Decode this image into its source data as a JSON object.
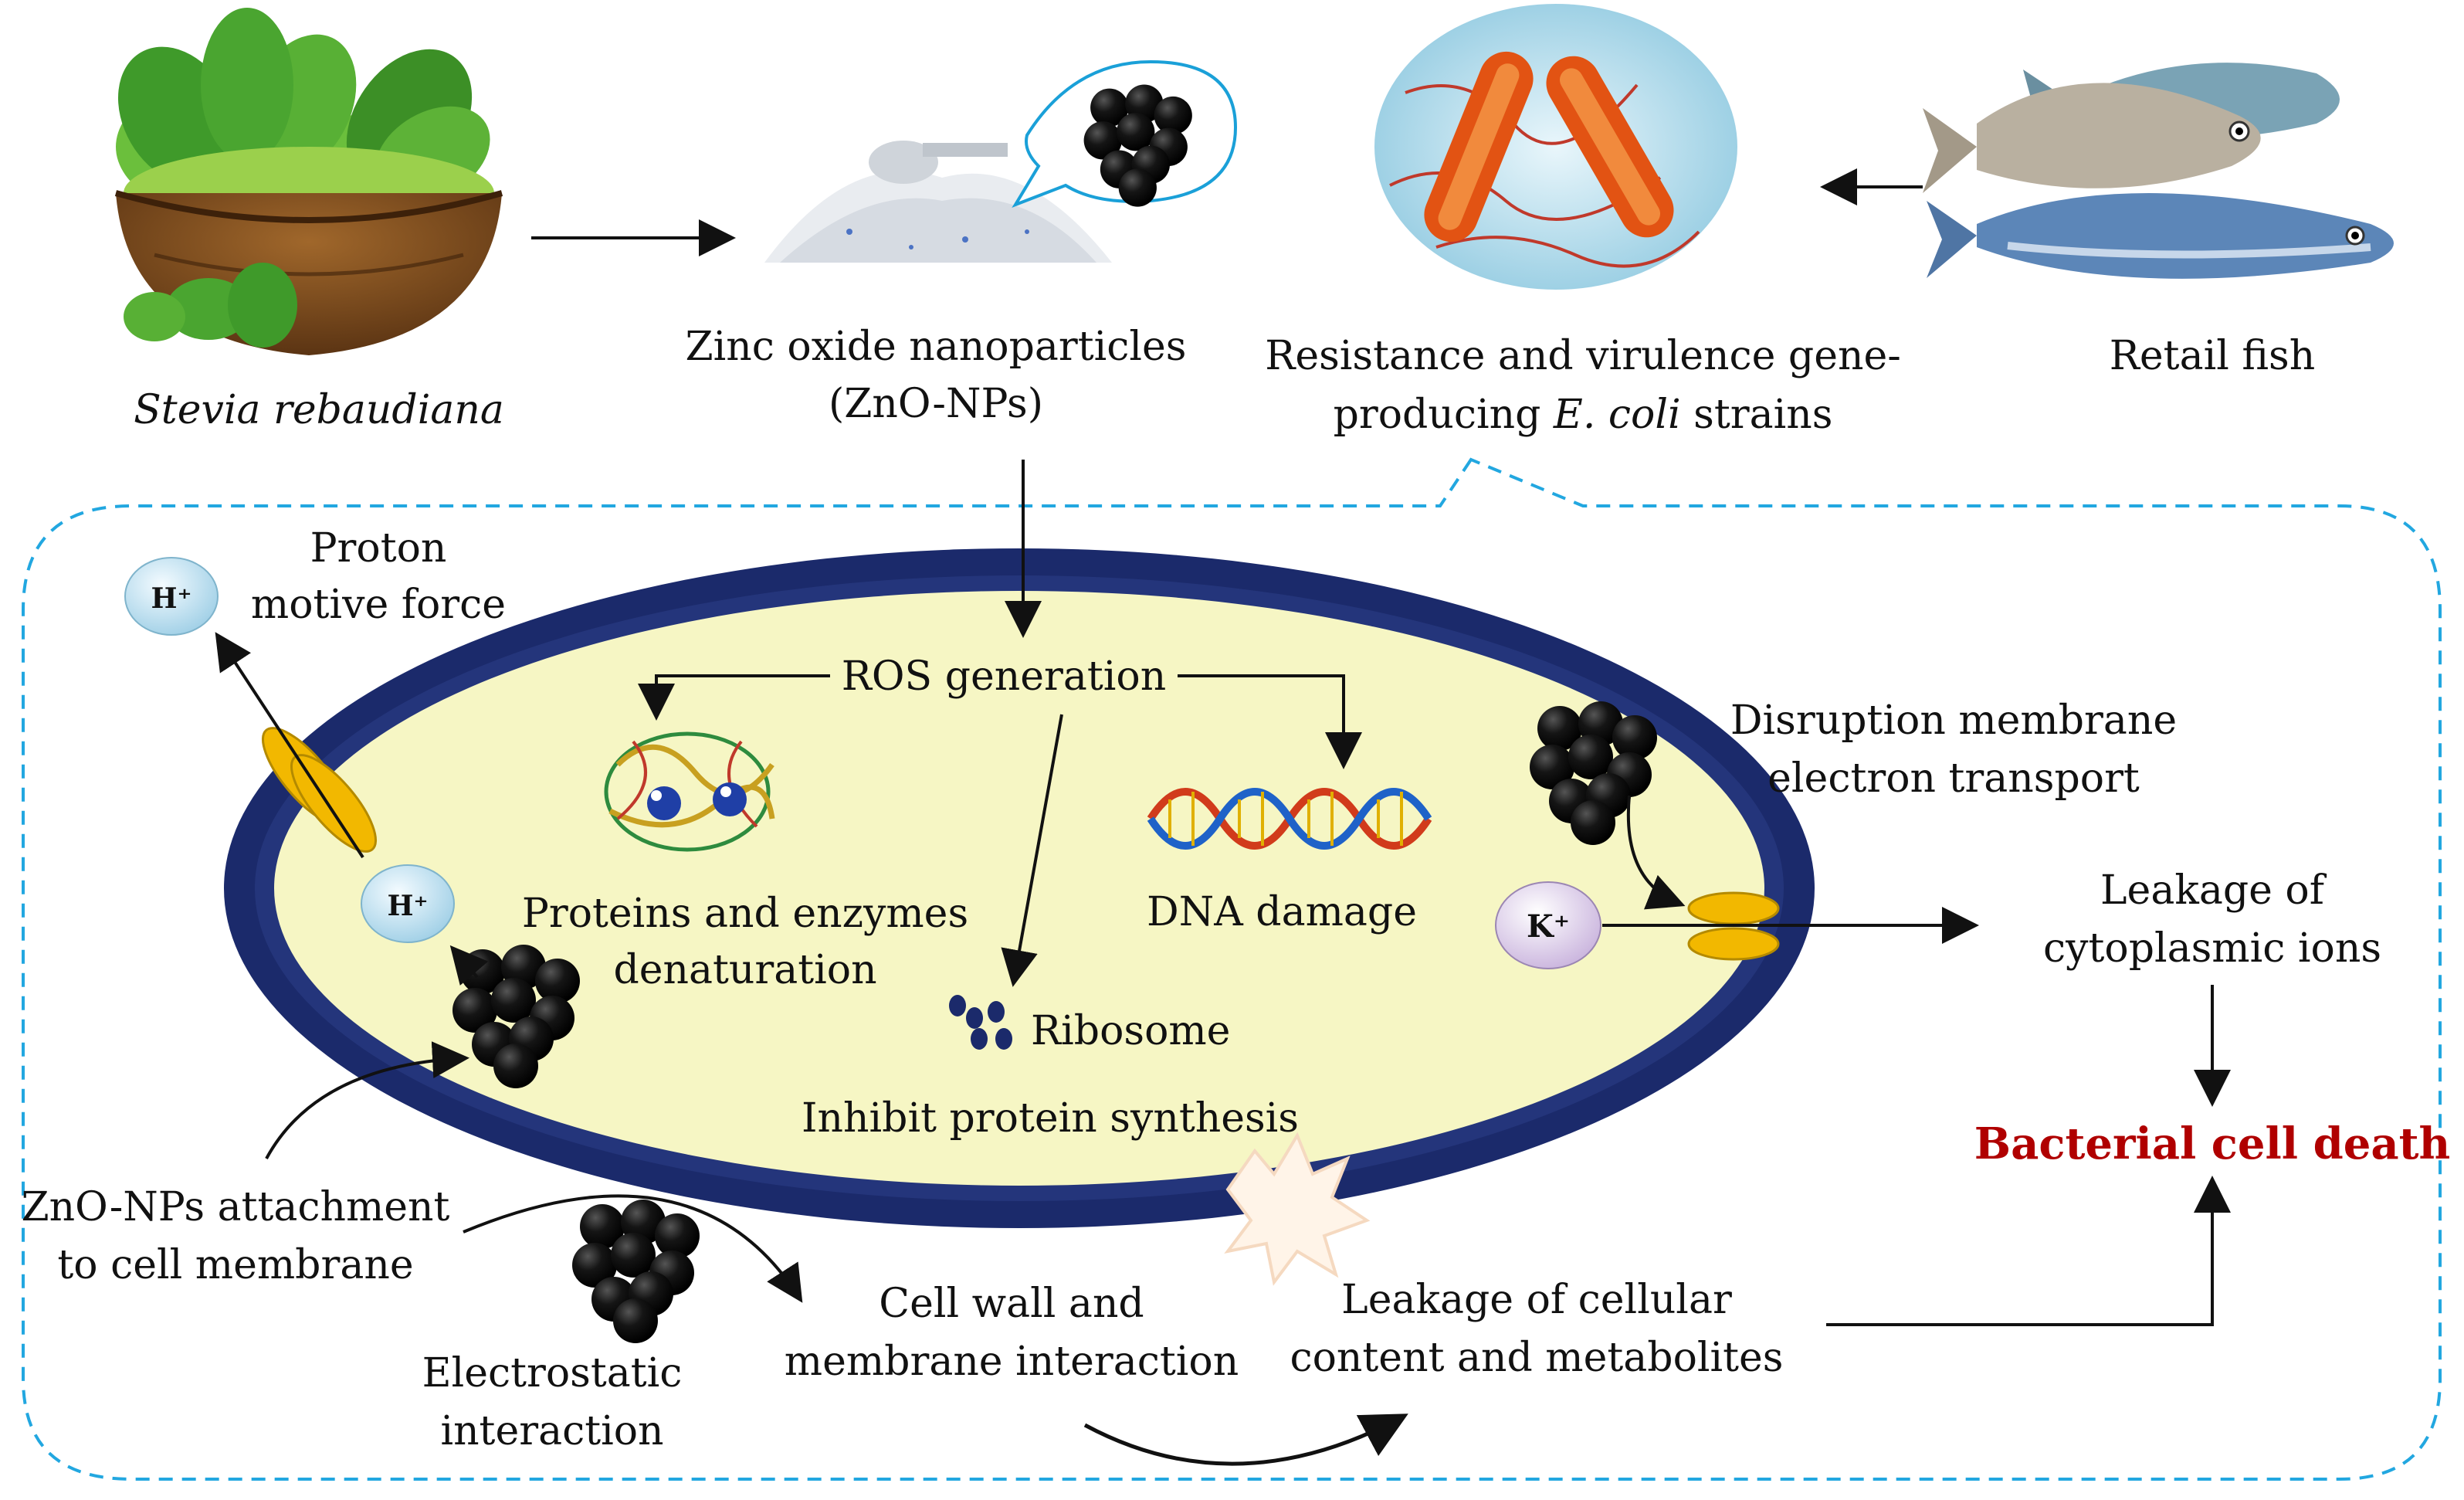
{
  "top": {
    "stevia": "Stevia rebaudiana",
    "zno_line1": "Zinc oxide nanoparticles",
    "zno_line2": "(ZnO-NPs)",
    "resist_line1": "Resistance and virulence gene-",
    "resist_line2_pre": "producing ",
    "resist_line2_italic": "E. coli",
    "resist_line2_post": " strains",
    "fish": "Retail fish"
  },
  "mechanisms": {
    "proton_line1": "Proton",
    "proton_line2": "motive force",
    "ros": "ROS generation",
    "proteins_line1": "Proteins and enzymes",
    "proteins_line2": "denaturation",
    "dna": "DNA damage",
    "ribosome": "Ribosome",
    "inhibit": "Inhibit protein synthesis",
    "disruption_line1": "Disruption membrane",
    "disruption_line2": "electron transport",
    "leak_ions_line1": "Leakage of",
    "leak_ions_line2": "cytoplasmic ions",
    "death": "Bacterial cell death",
    "attach_line1": "ZnO-NPs attachment",
    "attach_line2": "to cell membrane",
    "electro_line1": "Electrostatic",
    "electro_line2": "interaction",
    "wall_line1": "Cell wall and",
    "wall_line2": "membrane interaction",
    "leak_cell_line1": "Leakage of cellular",
    "leak_cell_line2": "content and metabolites"
  },
  "ions": {
    "h_plus": "H⁺",
    "k_plus": "K⁺"
  },
  "colors": {
    "membrane": "#1b2a6b",
    "cytoplasm": "#f6f6c4",
    "callout_border": "#22a7e0",
    "death_text": "#b00000",
    "particle": "#111111",
    "channel": "#f2b800"
  }
}
